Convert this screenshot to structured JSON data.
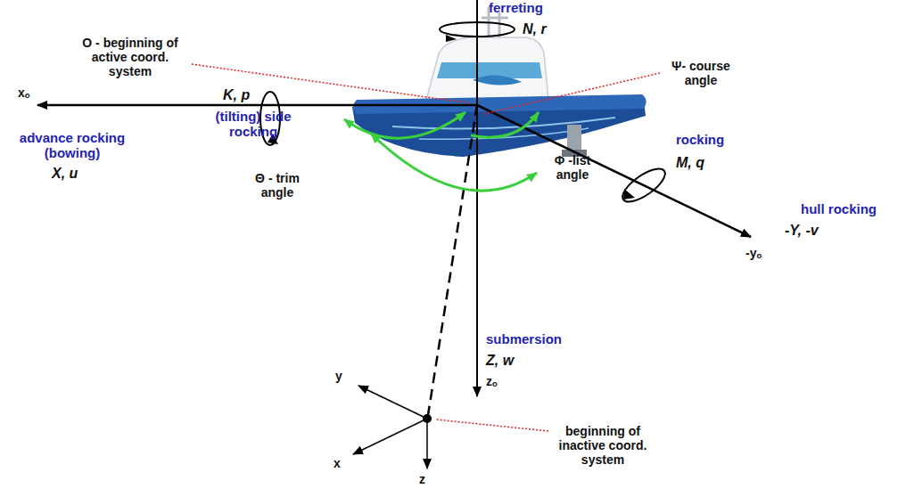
{
  "diagram": {
    "labels": [
      "ferreting",
      "N, r",
      "O - beginning of active coord. system",
      "Ψ- course angle",
      "K, p",
      "(tilting) side rocking",
      "xₒ",
      "advance rocking (bowing)",
      "X, u",
      "Θ - trim angle",
      "Φ -list angle",
      "rocking",
      "M, q",
      "hull rocking",
      "-Y, -v",
      "-yₒ",
      "submersion",
      "Z, w",
      "zₒ",
      "y",
      "x",
      "z",
      "beginning of inactive coord. system"
    ]
  }
}
